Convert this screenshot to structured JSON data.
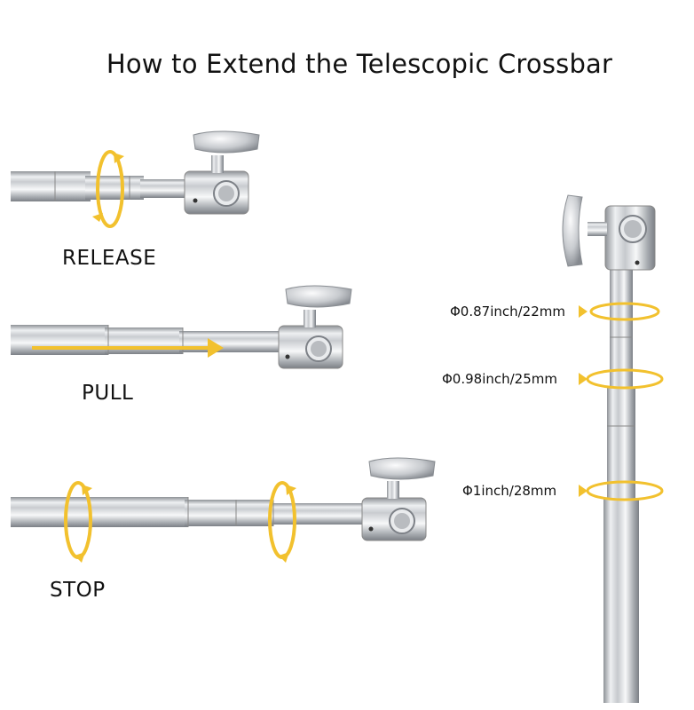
{
  "title": "How to Extend the Telescopic Crossbar",
  "steps": [
    {
      "label": "RELEASE"
    },
    {
      "label": "PULL"
    },
    {
      "label": "STOP"
    }
  ],
  "diameters": [
    {
      "label": "Φ0.87inch/22mm"
    },
    {
      "label": "Φ0.98inch/25mm"
    },
    {
      "label": "Φ1inch/28mm"
    }
  ],
  "colors": {
    "accent": "#f2c12e",
    "metal_light": "#e6e8ea",
    "metal_dark": "#8d9196",
    "text": "#111111"
  },
  "icons": [
    "rotate-arrow-icon",
    "pull-arrow-icon",
    "pointer-triangle-icon"
  ]
}
